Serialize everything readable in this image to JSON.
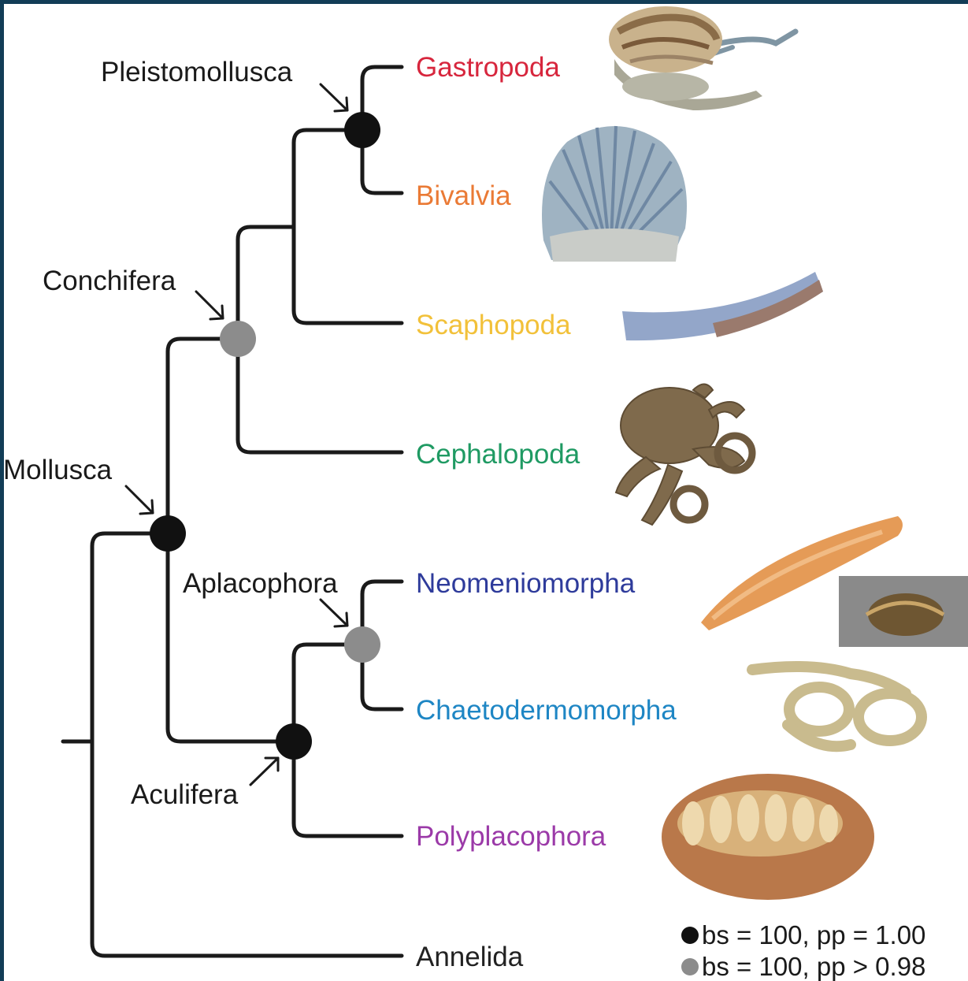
{
  "taxa": [
    {
      "name": "Gastropoda",
      "color": "#d7263d",
      "organism": "snail"
    },
    {
      "name": "Bivalvia",
      "color": "#ea7a35",
      "organism": "scallop-shell"
    },
    {
      "name": "Scaphopoda",
      "color": "#f2c13a",
      "organism": "tusk-shell"
    },
    {
      "name": "Cephalopoda",
      "color": "#1f9a63",
      "organism": "octopus"
    },
    {
      "name": "Neomeniomorpha",
      "color": "#2e3b9b",
      "organism": "solenogaster"
    },
    {
      "name": "Chaetodermomorpha",
      "color": "#1e86c4",
      "organism": "caudofoveate-worm"
    },
    {
      "name": "Polyplacophora",
      "color": "#9b3aa8",
      "organism": "chiton"
    },
    {
      "name": "Annelida",
      "color": "#222222",
      "organism": ""
    }
  ],
  "clades": {
    "pleistomollusca": "Pleistomollusca",
    "conchifera": "Conchifera",
    "mollusca": "Mollusca",
    "aplacophora": "Aplacophora",
    "aculifera": "Aculifera"
  },
  "legend": {
    "strong": {
      "text": "bs = 100, pp = 1.00",
      "color": "#111111"
    },
    "moderate": {
      "text": "bs = 100, pp > 0.98",
      "color": "#8c8c8c"
    }
  },
  "colors": {
    "branch": "#1a1a1a",
    "node_strong": "#111111",
    "node_moderate": "#8c8c8c",
    "frame": "#123d57"
  }
}
